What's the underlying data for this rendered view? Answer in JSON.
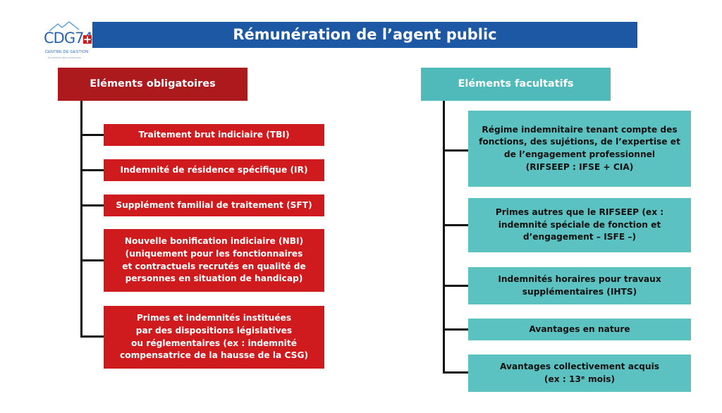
{
  "logo": {
    "text": "CDG74",
    "subtitle": "CENTRE DE GESTION",
    "tagline": "Au service des communes"
  },
  "title": "Rémunération de l’agent public",
  "colors": {
    "title_blue": "#1d58a4",
    "red_header": "#ac1a1d",
    "red_item": "#d01b1e",
    "teal_header": "#4fbab9",
    "teal_item": "#5cc1c1"
  },
  "obligatory": {
    "header": "Eléments obligatoires",
    "items": [
      "Traitement brut indiciaire (TBI)",
      "Indemnité de résidence spécifique (IR)",
      "Supplément familial de traitement (SFT)",
      "Nouvelle bonification indiciaire (NBI)\n(uniquement pour les fonctionnaires\net contractuels recrutés en qualité de\npersonnes en situation de handicap)",
      "Primes et indemnités instituées\npar des dispositions législatives\nou réglementaires (ex : indemnité\ncompensatrice de la hausse de la CSG)"
    ]
  },
  "optional": {
    "header": "Eléments facultatifs",
    "items": [
      "Régime indemnitaire tenant compte des\nfonctions, des sujétions, de l’expertise et\nde l’engagement professionnel\n(RIFSEEP : IFSE + CIA)",
      "Primes autres que le RIFSEEP (ex :\nindemnité spéciale de fonction et\nd’engagement – ISFE –)",
      "Indemnités horaires pour travaux\nsupplémentaires (IHTS)",
      "Avantages en nature",
      "Avantages collectivement acquis\n(ex : 13ᵉ mois)"
    ]
  }
}
